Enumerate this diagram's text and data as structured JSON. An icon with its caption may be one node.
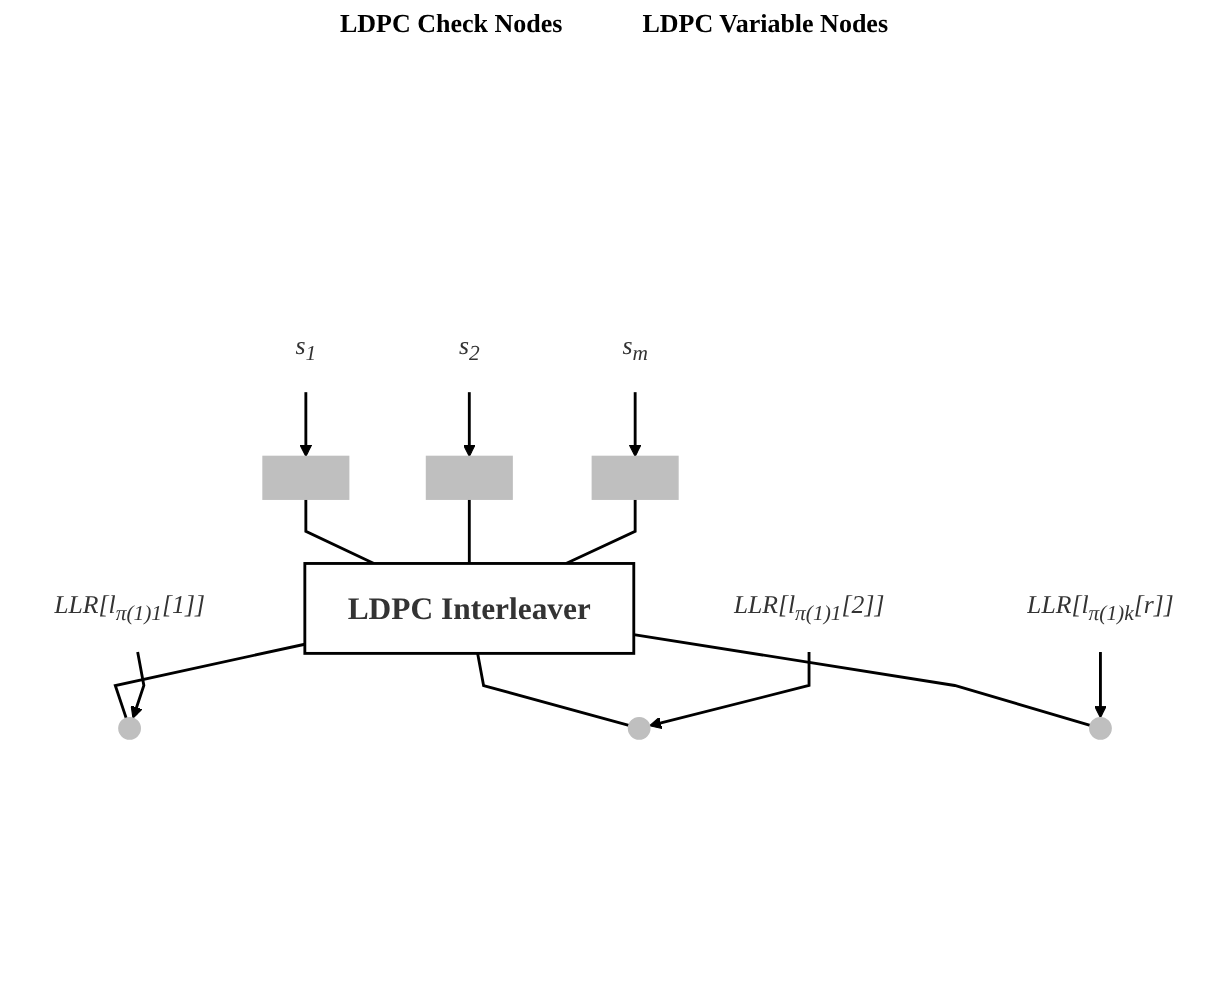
{
  "diagram": {
    "nodes": [
      {
        "text": [
          "s$_{1}$"
        ]
      },
      {
        "text": [
          "s$_{2}$"
        ]
      },
      {
        "text": [
          "s$_{m}$"
        ]
      },
      {
        "text": [],
        "shape": "box"
      },
      {
        "text": [],
        "shape": "box"
      },
      {
        "text": [],
        "shape": "box"
      },
      {
        "text": [
          "LDPC Interleaver"
        ]
      },
      {
        "text": [],
        "shape": "circle"
      },
      {
        "text": [],
        "shape": "circle"
      },
      {
        "text": [],
        "shape": "circle"
      },
      {
        "text": [
          "LLR[l$_{π(1)1}$[1]]"
        ]
      },
      {
        "text": [
          "LLR[l$_{π(1)1}$[2]]"
        ]
      },
      {
        "text": [
          "LLR[l$_{π(1)k}$[r]]"
        ]
      }
    ],
    "edges": [
      {
        "from": 0,
        "to": 3,
        "arrow": "to"
      },
      {
        "from": 1,
        "to": 4,
        "arrow": "to"
      },
      {
        "from": 2,
        "to": 5,
        "arrow": "to"
      },
      {
        "from": 3,
        "to": 6,
        "arrow": "none"
      },
      {
        "from": 4,
        "to": 6,
        "arrow": "none"
      },
      {
        "from": 5,
        "to": 6,
        "arrow": "none"
      },
      {
        "from": 6,
        "to": 7,
        "arrow": "none"
      },
      {
        "from": 6,
        "to": 8,
        "arrow": "none"
      },
      {
        "from": 6,
        "to": 9,
        "arrow": "none"
      },
      {
        "from": 10,
        "to": 7,
        "arrow": "to"
      },
      {
        "from": 11,
        "to": 8,
        "arrow": "to"
      },
      {
        "from": 12,
        "to": 9,
        "arrow": "to"
      }
    ],
    "labels": [
      "LDPC Check Nodes",
      "LDPC Variable Nodes"
    ]
  }
}
